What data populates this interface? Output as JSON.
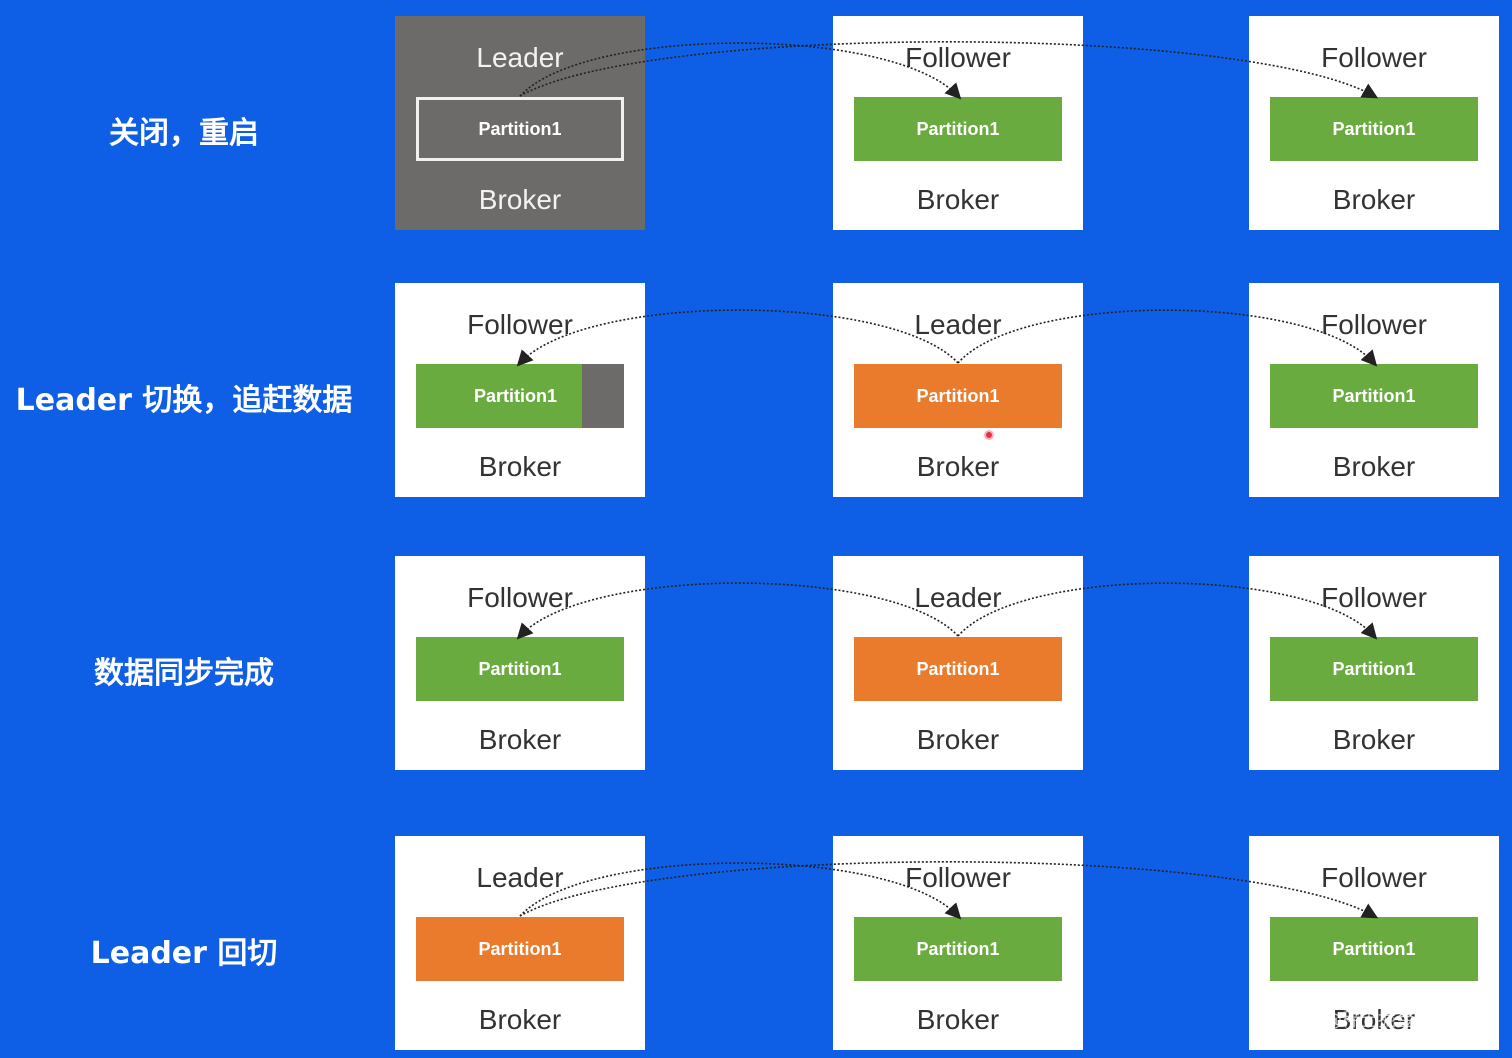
{
  "colors": {
    "background": "#0f5fe6",
    "broker_box": "#ffffff",
    "broker_shutdown": "#6d6a6a",
    "partition_follower": "#6aab3f",
    "partition_leader": "#ea7a2c",
    "lag_segment": "#6d6a6a"
  },
  "rows": [
    {
      "label": "关闭，重启",
      "brokers": [
        {
          "role": "Leader",
          "partition": "Partition1",
          "name": "Broker",
          "state": "offline"
        },
        {
          "role": "Follower",
          "partition": "Partition1",
          "name": "Broker",
          "state": "follower"
        },
        {
          "role": "Follower",
          "partition": "Partition1",
          "name": "Broker",
          "state": "follower"
        }
      ]
    },
    {
      "label": "Leader 切换，追赶数据",
      "brokers": [
        {
          "role": "Follower",
          "partition": "Partition1",
          "name": "Broker",
          "state": "follower-lagging"
        },
        {
          "role": "Leader",
          "partition": "Partition1",
          "name": "Broker",
          "state": "leader"
        },
        {
          "role": "Follower",
          "partition": "Partition1",
          "name": "Broker",
          "state": "follower"
        }
      ]
    },
    {
      "label": "数据同步完成",
      "brokers": [
        {
          "role": "Follower",
          "partition": "Partition1",
          "name": "Broker",
          "state": "follower"
        },
        {
          "role": "Leader",
          "partition": "Partition1",
          "name": "Broker",
          "state": "leader"
        },
        {
          "role": "Follower",
          "partition": "Partition1",
          "name": "Broker",
          "state": "follower"
        }
      ]
    },
    {
      "label": "Leader 回切",
      "brokers": [
        {
          "role": "Leader",
          "partition": "Partition1",
          "name": "Broker",
          "state": "leader"
        },
        {
          "role": "Follower",
          "partition": "Partition1",
          "name": "Broker",
          "state": "follower"
        },
        {
          "role": "Follower",
          "partition": "Partition1",
          "name": "Broker",
          "state": "follower"
        }
      ]
    }
  ],
  "watermark": "@稀土掘金技术社区"
}
